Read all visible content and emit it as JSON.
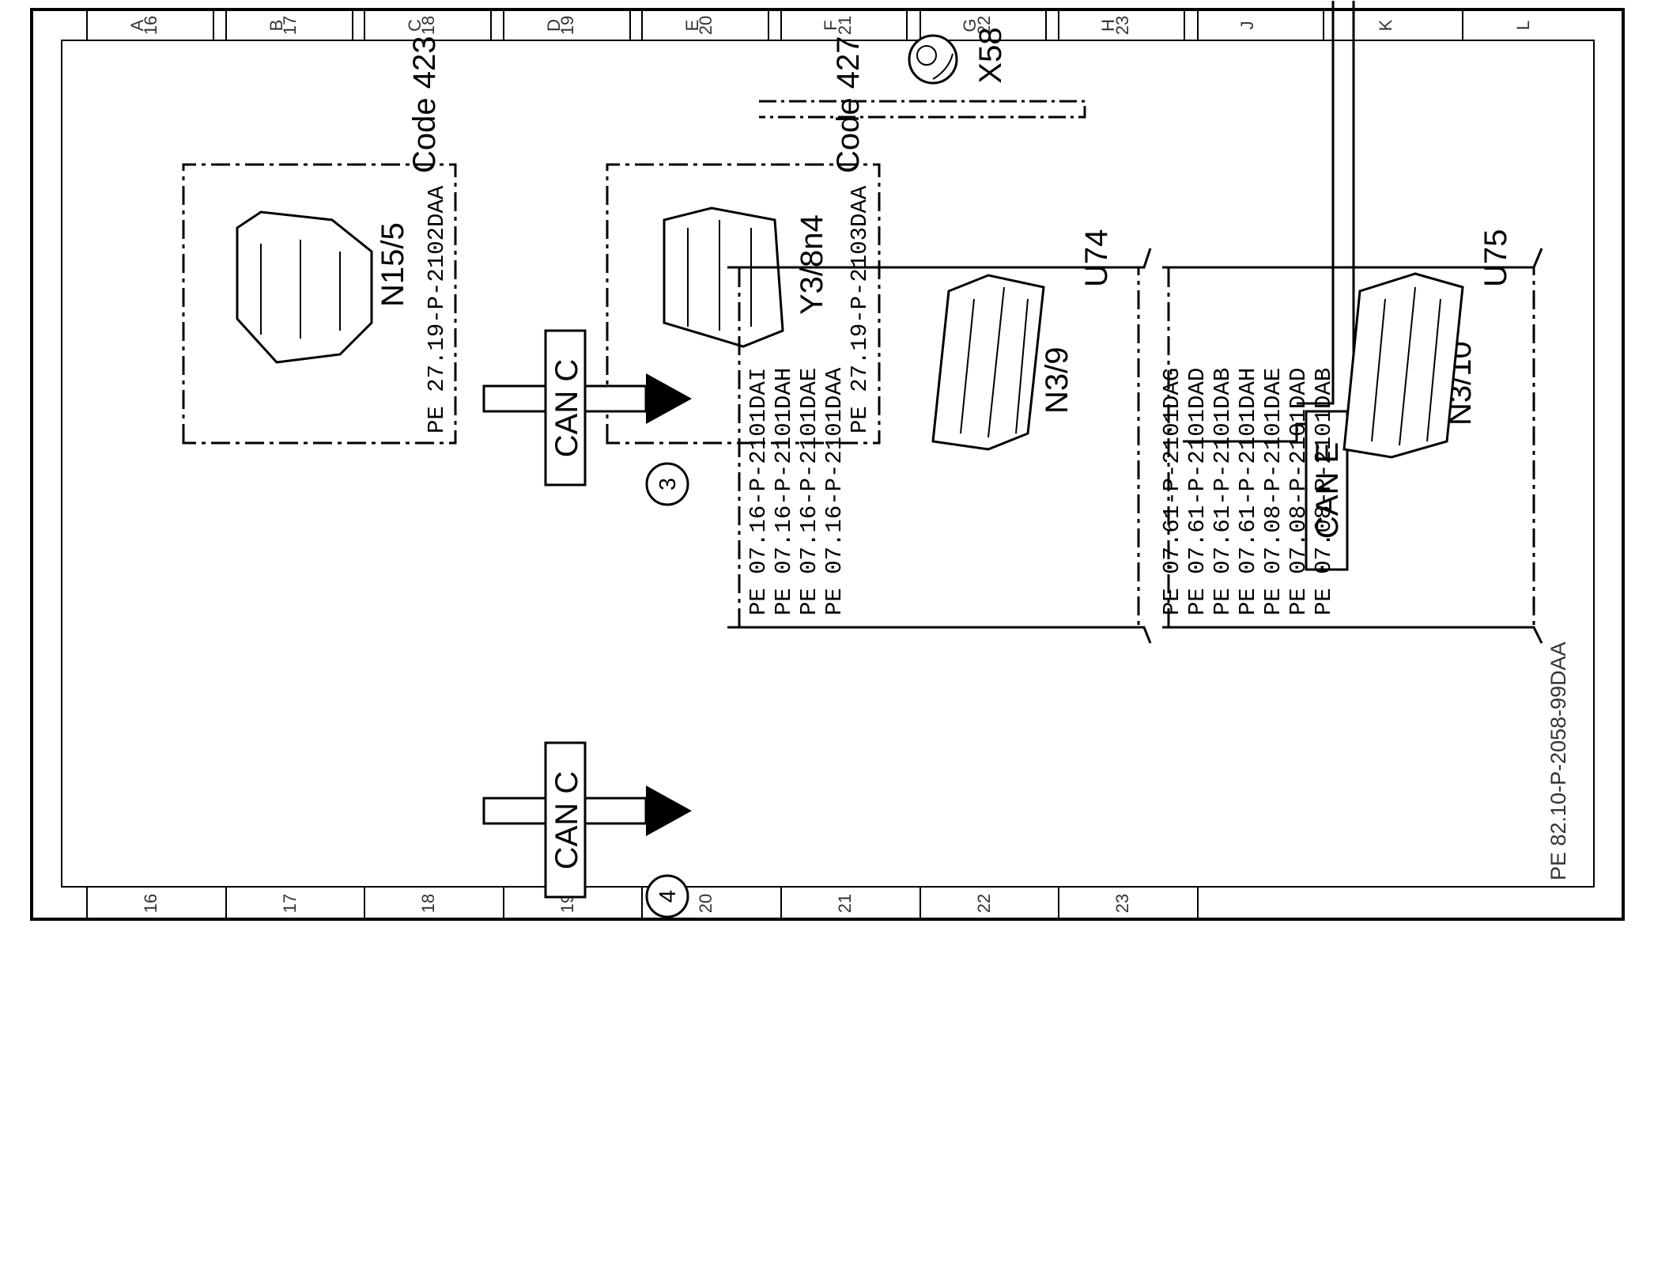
{
  "document_id": "PE 82.10-P-2058-99DAA",
  "grid": {
    "rows": [
      "16",
      "17",
      "18",
      "19",
      "20",
      "21",
      "22",
      "23"
    ],
    "columns": [
      "L",
      "K",
      "J",
      "H",
      "G",
      "F",
      "E",
      "D",
      "C",
      "B",
      "A"
    ]
  },
  "components": {
    "x58": {
      "label": "X58"
    },
    "n15_5": {
      "code": "Code 423",
      "designation": "N15/5",
      "refs": [
        "PE 27.19-P-2102DAA"
      ]
    },
    "y3_8n4": {
      "code": "Code 427",
      "designation": "Y3/8n4",
      "refs": [
        "PE 27.19-P-2103DAA"
      ]
    },
    "u74": {
      "group": "U74",
      "designation": "N3/9",
      "refs": [
        "PE 07.16-P-2101DAA",
        "PE 07.16-P-2101DAE",
        "PE 07.16-P-2101DAH",
        "PE 07.16-P-2101DAI"
      ]
    },
    "u75": {
      "group": "U75",
      "designation": "N3/10",
      "refs": [
        "PE 07.08-P-2101DAB",
        "PE 07.08-P-2101DAD",
        "PE 07.08-P-2101DAE",
        "PE 07.61-P-2101DAH",
        "PE 07.61-P-2101DAB",
        "PE 07.61-P-2101DAD",
        "PE 07.61-P-2101DAG"
      ]
    }
  },
  "buses": {
    "can_c_1": {
      "label": "CAN C",
      "marker": "3"
    },
    "can_c_2": {
      "label": "CAN C",
      "marker": "4"
    },
    "can_e": {
      "label": "CAN E"
    }
  }
}
